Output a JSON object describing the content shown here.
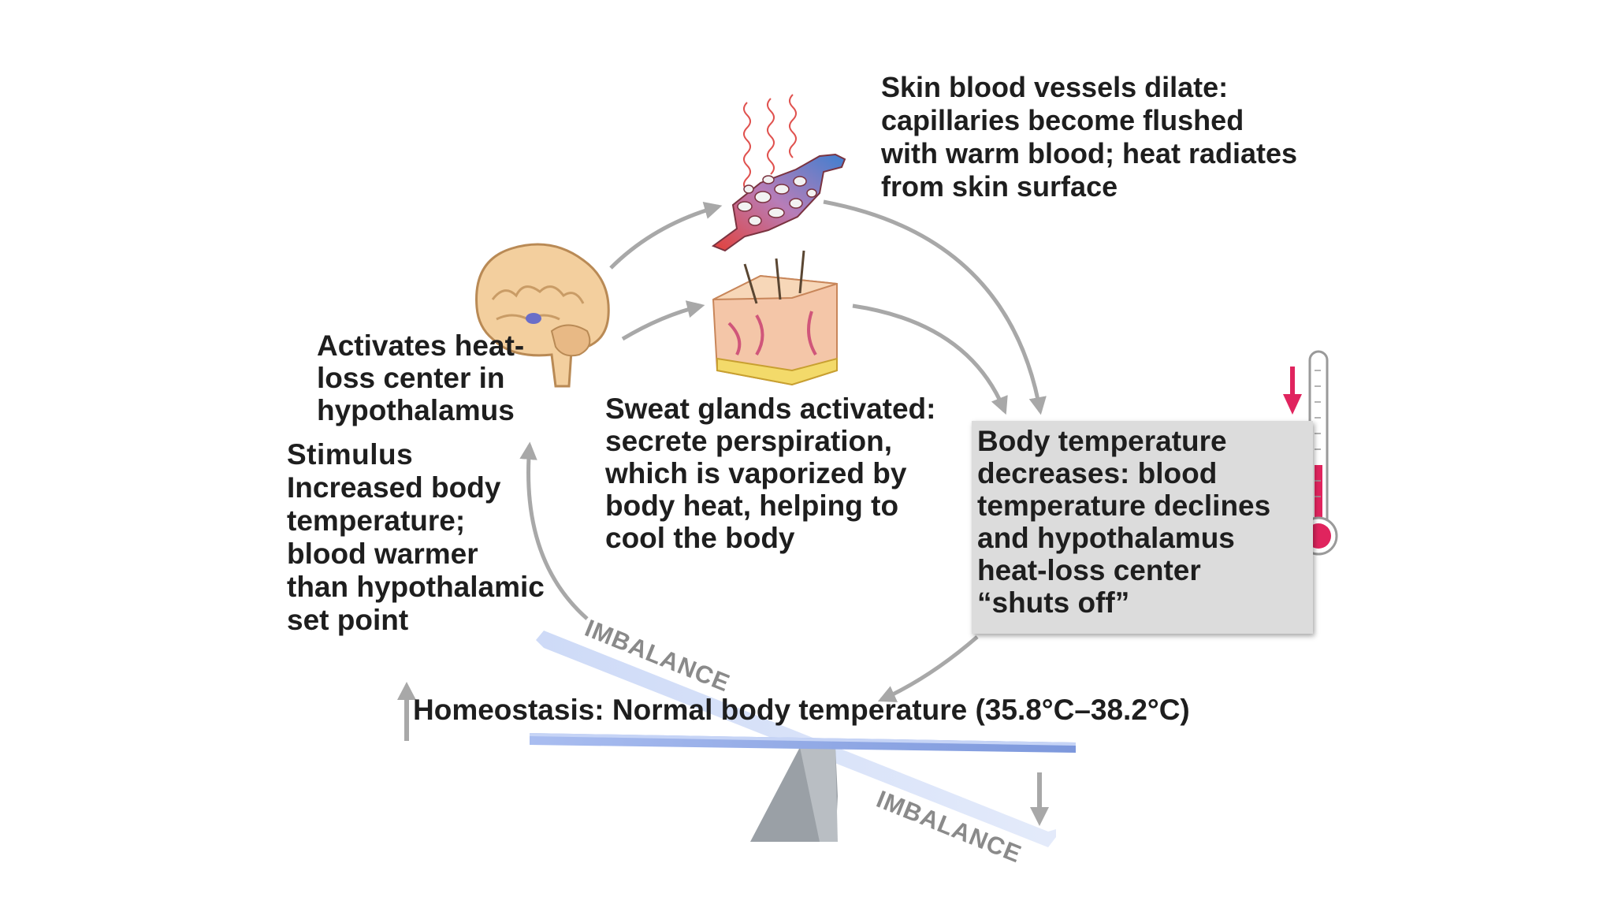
{
  "skin_vessels": {
    "lines": [
      "Skin blood vessels dilate:",
      "capillaries become flushed",
      "with warm blood; heat radiates",
      "from skin surface"
    ]
  },
  "hypothalamus": {
    "lines": [
      "Activates heat-",
      "loss center in",
      "hypothalamus"
    ]
  },
  "sweat_glands": {
    "lines": [
      "Sweat glands activated:",
      "secrete perspiration,",
      "which is vaporized by",
      "body heat, helping to",
      "cool the body"
    ]
  },
  "stimulus": {
    "heading": "Stimulus",
    "lines": [
      "Increased body",
      "temperature;",
      "blood warmer",
      "than hypothalamic",
      "set point"
    ]
  },
  "body_temp": {
    "lines": [
      "Body temperature",
      "decreases: blood",
      "temperature declines",
      "and hypothalamus",
      "heat-loss center",
      "“shuts off”"
    ]
  },
  "homeostasis": {
    "label": "Homeostasis:",
    "text": "Normal body temperature (35.8°C–38.2°C)"
  },
  "imbalance_top": "IMBALANCE",
  "imbalance_bottom": "IMBALANCE",
  "colors": {
    "arrow": "#a8a8a8",
    "seesaw": "#8fa8e0",
    "thermometer_red": "#e0245e",
    "box": "#dcdcdc"
  }
}
